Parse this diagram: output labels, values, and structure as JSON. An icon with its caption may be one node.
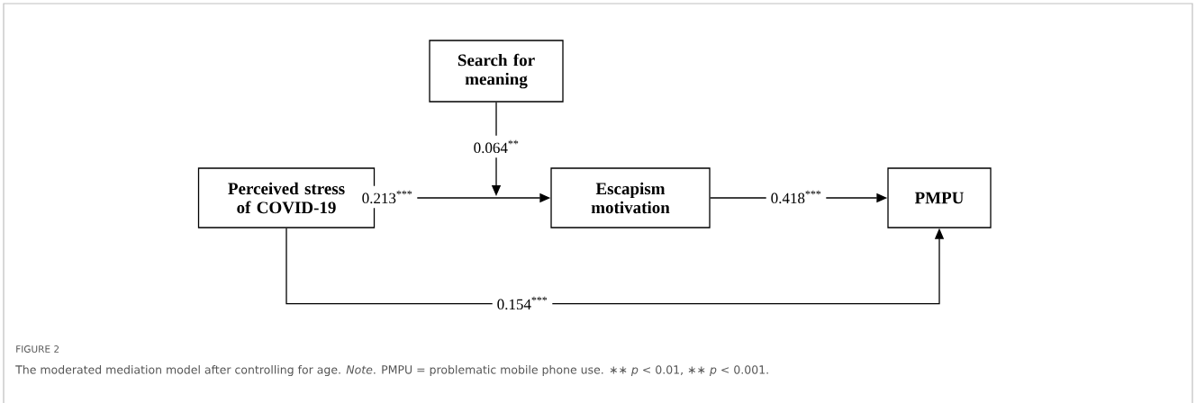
{
  "diagram": {
    "caption": "The moderated mediation model after controlling for age. *Note*. PMPU = problematic mobile phone use. ∗∗ *p* < 0.01, ∗∗ *p* < 0.001.",
    "nodes": [
      {
        "text": [
          "Search for meaning"
        ]
      },
      {
        "text": [
          "Perceived stress of COVID-19"
        ]
      },
      {
        "text": [
          "Escapism motivation"
        ]
      },
      {
        "text": [
          "PMPU"
        ]
      }
    ],
    "edges": [
      {
        "from": 1,
        "to": 2,
        "arrow": "to",
        "label": "0.213$^{***}$"
      },
      {
        "from": 0,
        "to": null,
        "arrow": "to",
        "label": "0.064$^{**}$"
      },
      {
        "from": 2,
        "to": 3,
        "arrow": "to",
        "label": "0.418$^{***}$"
      },
      {
        "from": 1,
        "to": 3,
        "arrow": "to",
        "label": "0.154$^{***}$"
      }
    ],
    "labels": [
      "FIGURE 2"
    ]
  }
}
